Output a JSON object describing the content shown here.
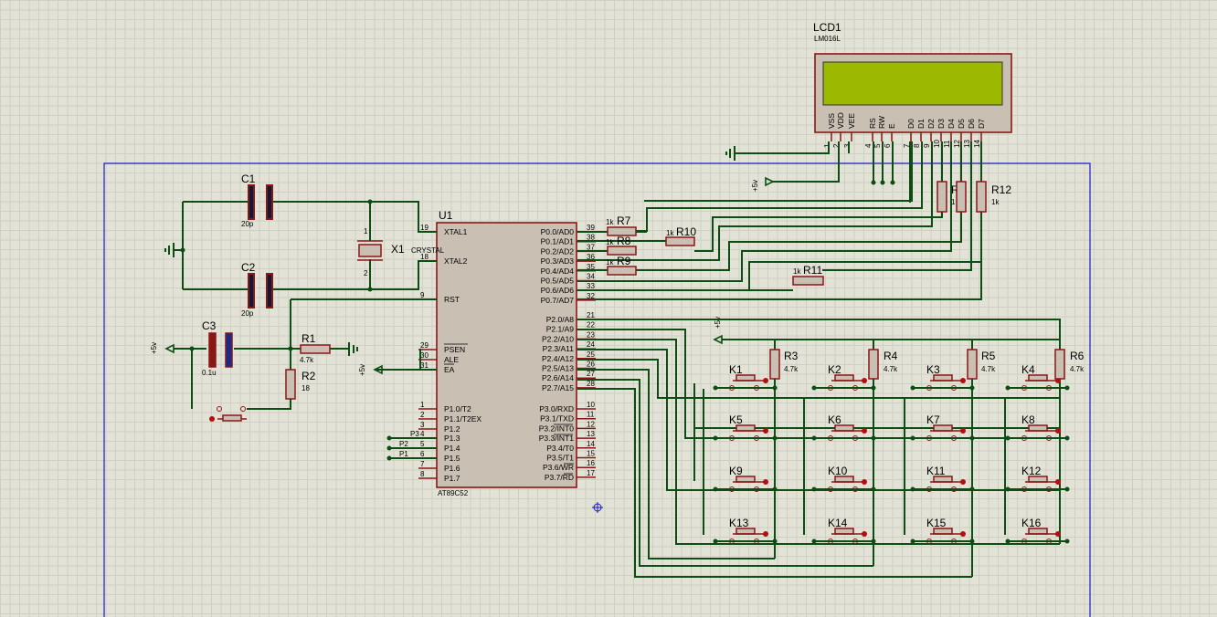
{
  "lcd": {
    "ref": "LCD1",
    "model": "LM016L",
    "pins": [
      "VSS",
      "VDD",
      "VEE",
      "RS",
      "RW",
      "E",
      "D0",
      "D1",
      "D2",
      "D3",
      "D4",
      "D5",
      "D6",
      "D7"
    ],
    "pin_numbers": [
      "1",
      "2",
      "3",
      "4",
      "5",
      "6",
      "7",
      "8",
      "9",
      "10",
      "11",
      "12",
      "13",
      "14"
    ],
    "screen_color": "#9cb800"
  },
  "mcu": {
    "ref": "U1",
    "model": "AT89C52",
    "left_pins": [
      {
        "num": "19",
        "name": "XTAL1"
      },
      {
        "num": "18",
        "name": "XTAL2"
      },
      {
        "num": "9",
        "name": "RST"
      },
      {
        "num": "29",
        "name": "PSEN"
      },
      {
        "num": "30",
        "name": "ALE"
      },
      {
        "num": "31",
        "name": "EA"
      },
      {
        "num": "1",
        "name": "P1.0/T2"
      },
      {
        "num": "2",
        "name": "P1.1/T2EX"
      },
      {
        "num": "3",
        "name": "P1.2"
      },
      {
        "num": "4",
        "name": "P1.3"
      },
      {
        "num": "5",
        "name": "P1.4"
      },
      {
        "num": "6",
        "name": "P1.5"
      },
      {
        "num": "7",
        "name": "P1.6"
      },
      {
        "num": "8",
        "name": "P1.7"
      }
    ],
    "right_pins_p0": [
      {
        "num": "39",
        "name": "P0.0/AD0"
      },
      {
        "num": "38",
        "name": "P0.1/AD1"
      },
      {
        "num": "37",
        "name": "P0.2/AD2"
      },
      {
        "num": "36",
        "name": "P0.3/AD3"
      },
      {
        "num": "35",
        "name": "P0.4/AD4"
      },
      {
        "num": "34",
        "name": "P0.5/AD5"
      },
      {
        "num": "33",
        "name": "P0.6/AD6"
      },
      {
        "num": "32",
        "name": "P0.7/AD7"
      }
    ],
    "right_pins_p2": [
      {
        "num": "21",
        "name": "P2.0/A8"
      },
      {
        "num": "22",
        "name": "P2.1/A9"
      },
      {
        "num": "23",
        "name": "P2.2/A10"
      },
      {
        "num": "24",
        "name": "P2.3/A11"
      },
      {
        "num": "25",
        "name": "P2.4/A12"
      },
      {
        "num": "26",
        "name": "P2.5/A13"
      },
      {
        "num": "27",
        "name": "P2.6/A14"
      },
      {
        "num": "28",
        "name": "P2.7/A15"
      }
    ],
    "right_pins_p3": [
      {
        "num": "10",
        "name": "P3.0/RXD"
      },
      {
        "num": "11",
        "name": "P3.1/TXD"
      },
      {
        "num": "12",
        "name": "P3.2/INT0"
      },
      {
        "num": "13",
        "name": "P3.3/INT1"
      },
      {
        "num": "14",
        "name": "P3.4/T0"
      },
      {
        "num": "15",
        "name": "P3.5/T1"
      },
      {
        "num": "16",
        "name": "P3.6/WR"
      },
      {
        "num": "17",
        "name": "P3.7/RD"
      }
    ]
  },
  "components": {
    "c1": {
      "ref": "C1",
      "value": "20p"
    },
    "c2": {
      "ref": "C2",
      "value": "20p"
    },
    "c3": {
      "ref": "C3",
      "value": "0.1u"
    },
    "x1": {
      "ref": "X1",
      "value": "CRYSTAL",
      "pin1": "1",
      "pin2": "2"
    },
    "r1": {
      "ref": "R1",
      "value": "4.7k"
    },
    "r2": {
      "ref": "R2",
      "value": "18"
    },
    "r3": {
      "ref": "R3",
      "value": "4.7k"
    },
    "r4": {
      "ref": "R4",
      "value": "4.7k"
    },
    "r5": {
      "ref": "R5",
      "value": "4.7k"
    },
    "r6": {
      "ref": "R6",
      "value": "4.7k"
    },
    "r7": {
      "ref": "R7",
      "value": "1k"
    },
    "r8": {
      "ref": "R8",
      "value": "1k"
    },
    "r9": {
      "ref": "R9",
      "value": "1k"
    },
    "r10": {
      "ref": "R10",
      "value": "1k"
    },
    "r11": {
      "ref": "R11",
      "value": "1k"
    },
    "r12": {
      "ref": "R12",
      "value": "1k"
    },
    "r_hidden": {
      "ref": "R",
      "value": "1"
    }
  },
  "power": {
    "vcc_label": "+5v"
  },
  "net_labels": {
    "p1": "P1",
    "p2": "P2",
    "p3": "P3"
  },
  "keys": [
    "K1",
    "K2",
    "K3",
    "K4",
    "K5",
    "K6",
    "K7",
    "K8",
    "K9",
    "K10",
    "K11",
    "K12",
    "K13",
    "K14",
    "K15",
    "K16"
  ],
  "colors": {
    "wire": "#0b4d12",
    "component": "#8a1616",
    "body": "#c9bfb2",
    "border": "#1a1ac8",
    "sheet": "#e2e2d6"
  }
}
